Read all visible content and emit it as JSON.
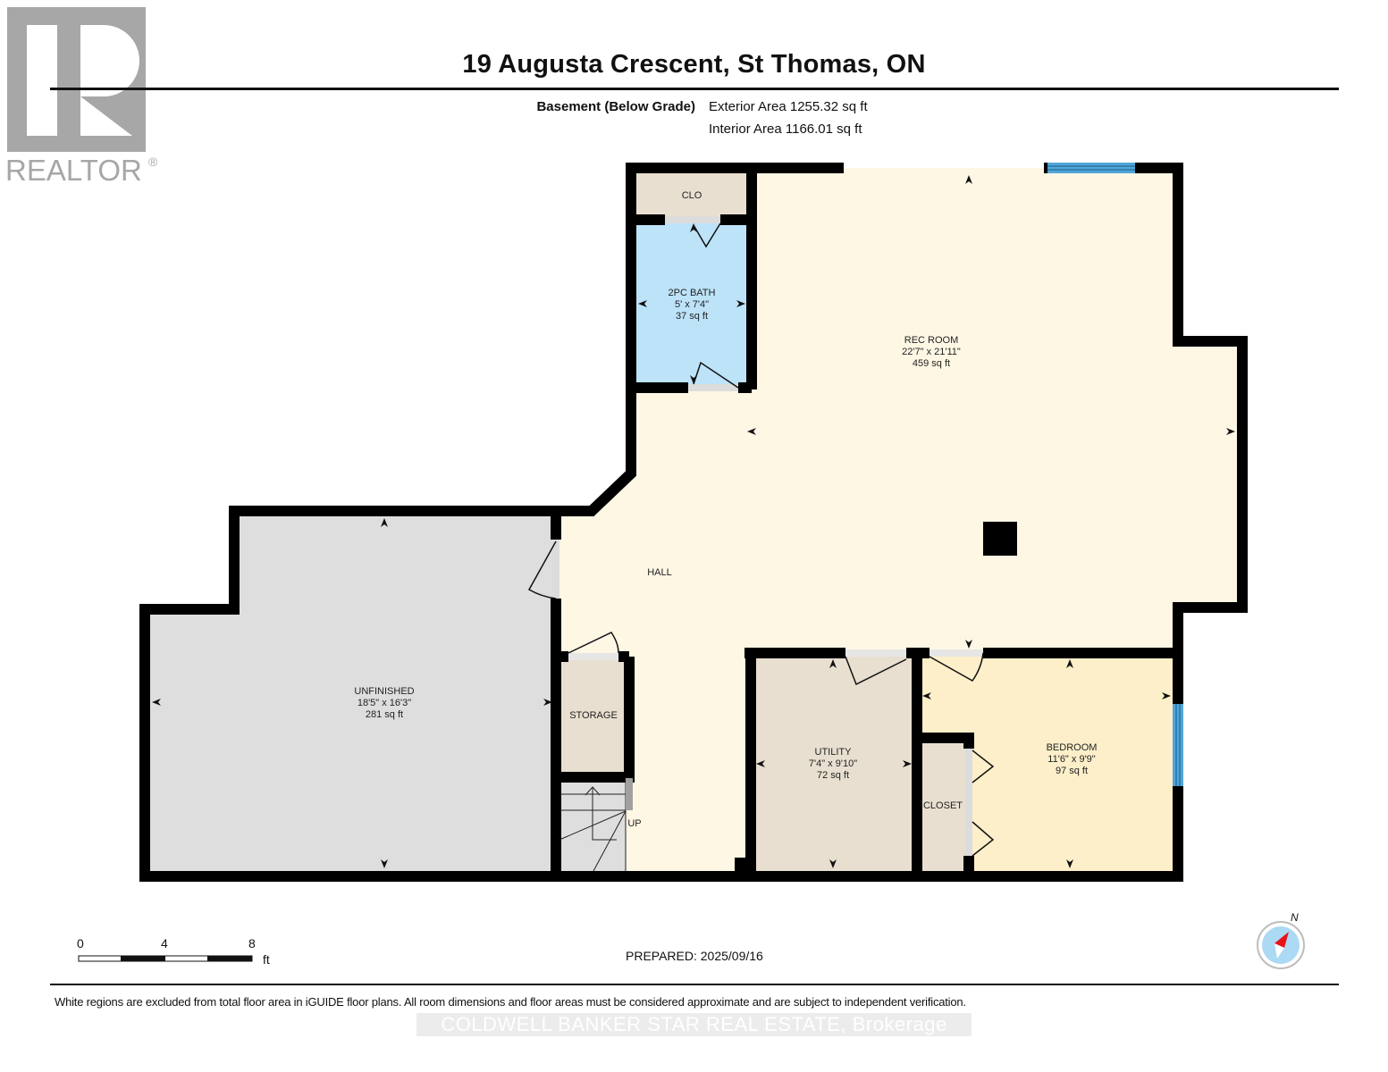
{
  "logo": {
    "text": "REALTOR",
    "mark": "®",
    "icon": "realtor-r-logo"
  },
  "header": {
    "title": "19 Augusta Crescent, St Thomas, ON",
    "level": "Basement (Below Grade)",
    "exterior_area": "Exterior Area 1255.32 sq ft",
    "interior_area": "Interior Area 1166.01 sq ft"
  },
  "rooms": {
    "rec_room": {
      "name": "REC ROOM",
      "dims": "22'7\" x 21'11\"",
      "area": "459 sq ft"
    },
    "bath": {
      "name": "2PC BATH",
      "dims": "5' x 7'4\"",
      "area": "37 sq ft"
    },
    "clo": {
      "name": "CLO"
    },
    "hall": {
      "name": "HALL"
    },
    "unfinished": {
      "name": "UNFINISHED",
      "dims": "18'5\" x 16'3\"",
      "area": "281 sq ft"
    },
    "storage": {
      "name": "STORAGE"
    },
    "stairs": {
      "label": "UP"
    },
    "utility": {
      "name": "UTILITY",
      "dims": "7'4\" x 9'10\"",
      "area": "72 sq ft"
    },
    "closet": {
      "name": "CLOSET"
    },
    "bedroom": {
      "name": "BEDROOM",
      "dims": "11'6\" x 9'9\"",
      "area": "97 sq ft"
    }
  },
  "colors": {
    "rec_room": "#fef7e4",
    "bath": "#bde3f9",
    "closet_tan": "#e8dfd0",
    "unfinished": "#dedede",
    "bedroom": "#fdefc9",
    "window": "#4fa6d8",
    "wall": "#000000"
  },
  "scale_bar": {
    "ticks": [
      "0",
      "4",
      "8"
    ],
    "unit": "ft"
  },
  "footer": {
    "prepared": "PREPARED: 2025/09/16",
    "disclaimer": "White regions are excluded from total floor area in iGUIDE floor plans. All room dimensions and floor areas must be considered approximate and are subject to independent verification.",
    "brokerage": "COLDWELL BANKER STAR REAL ESTATE, Brokerage"
  },
  "compass": {
    "label": "N",
    "icon": "north-compass-icon"
  }
}
